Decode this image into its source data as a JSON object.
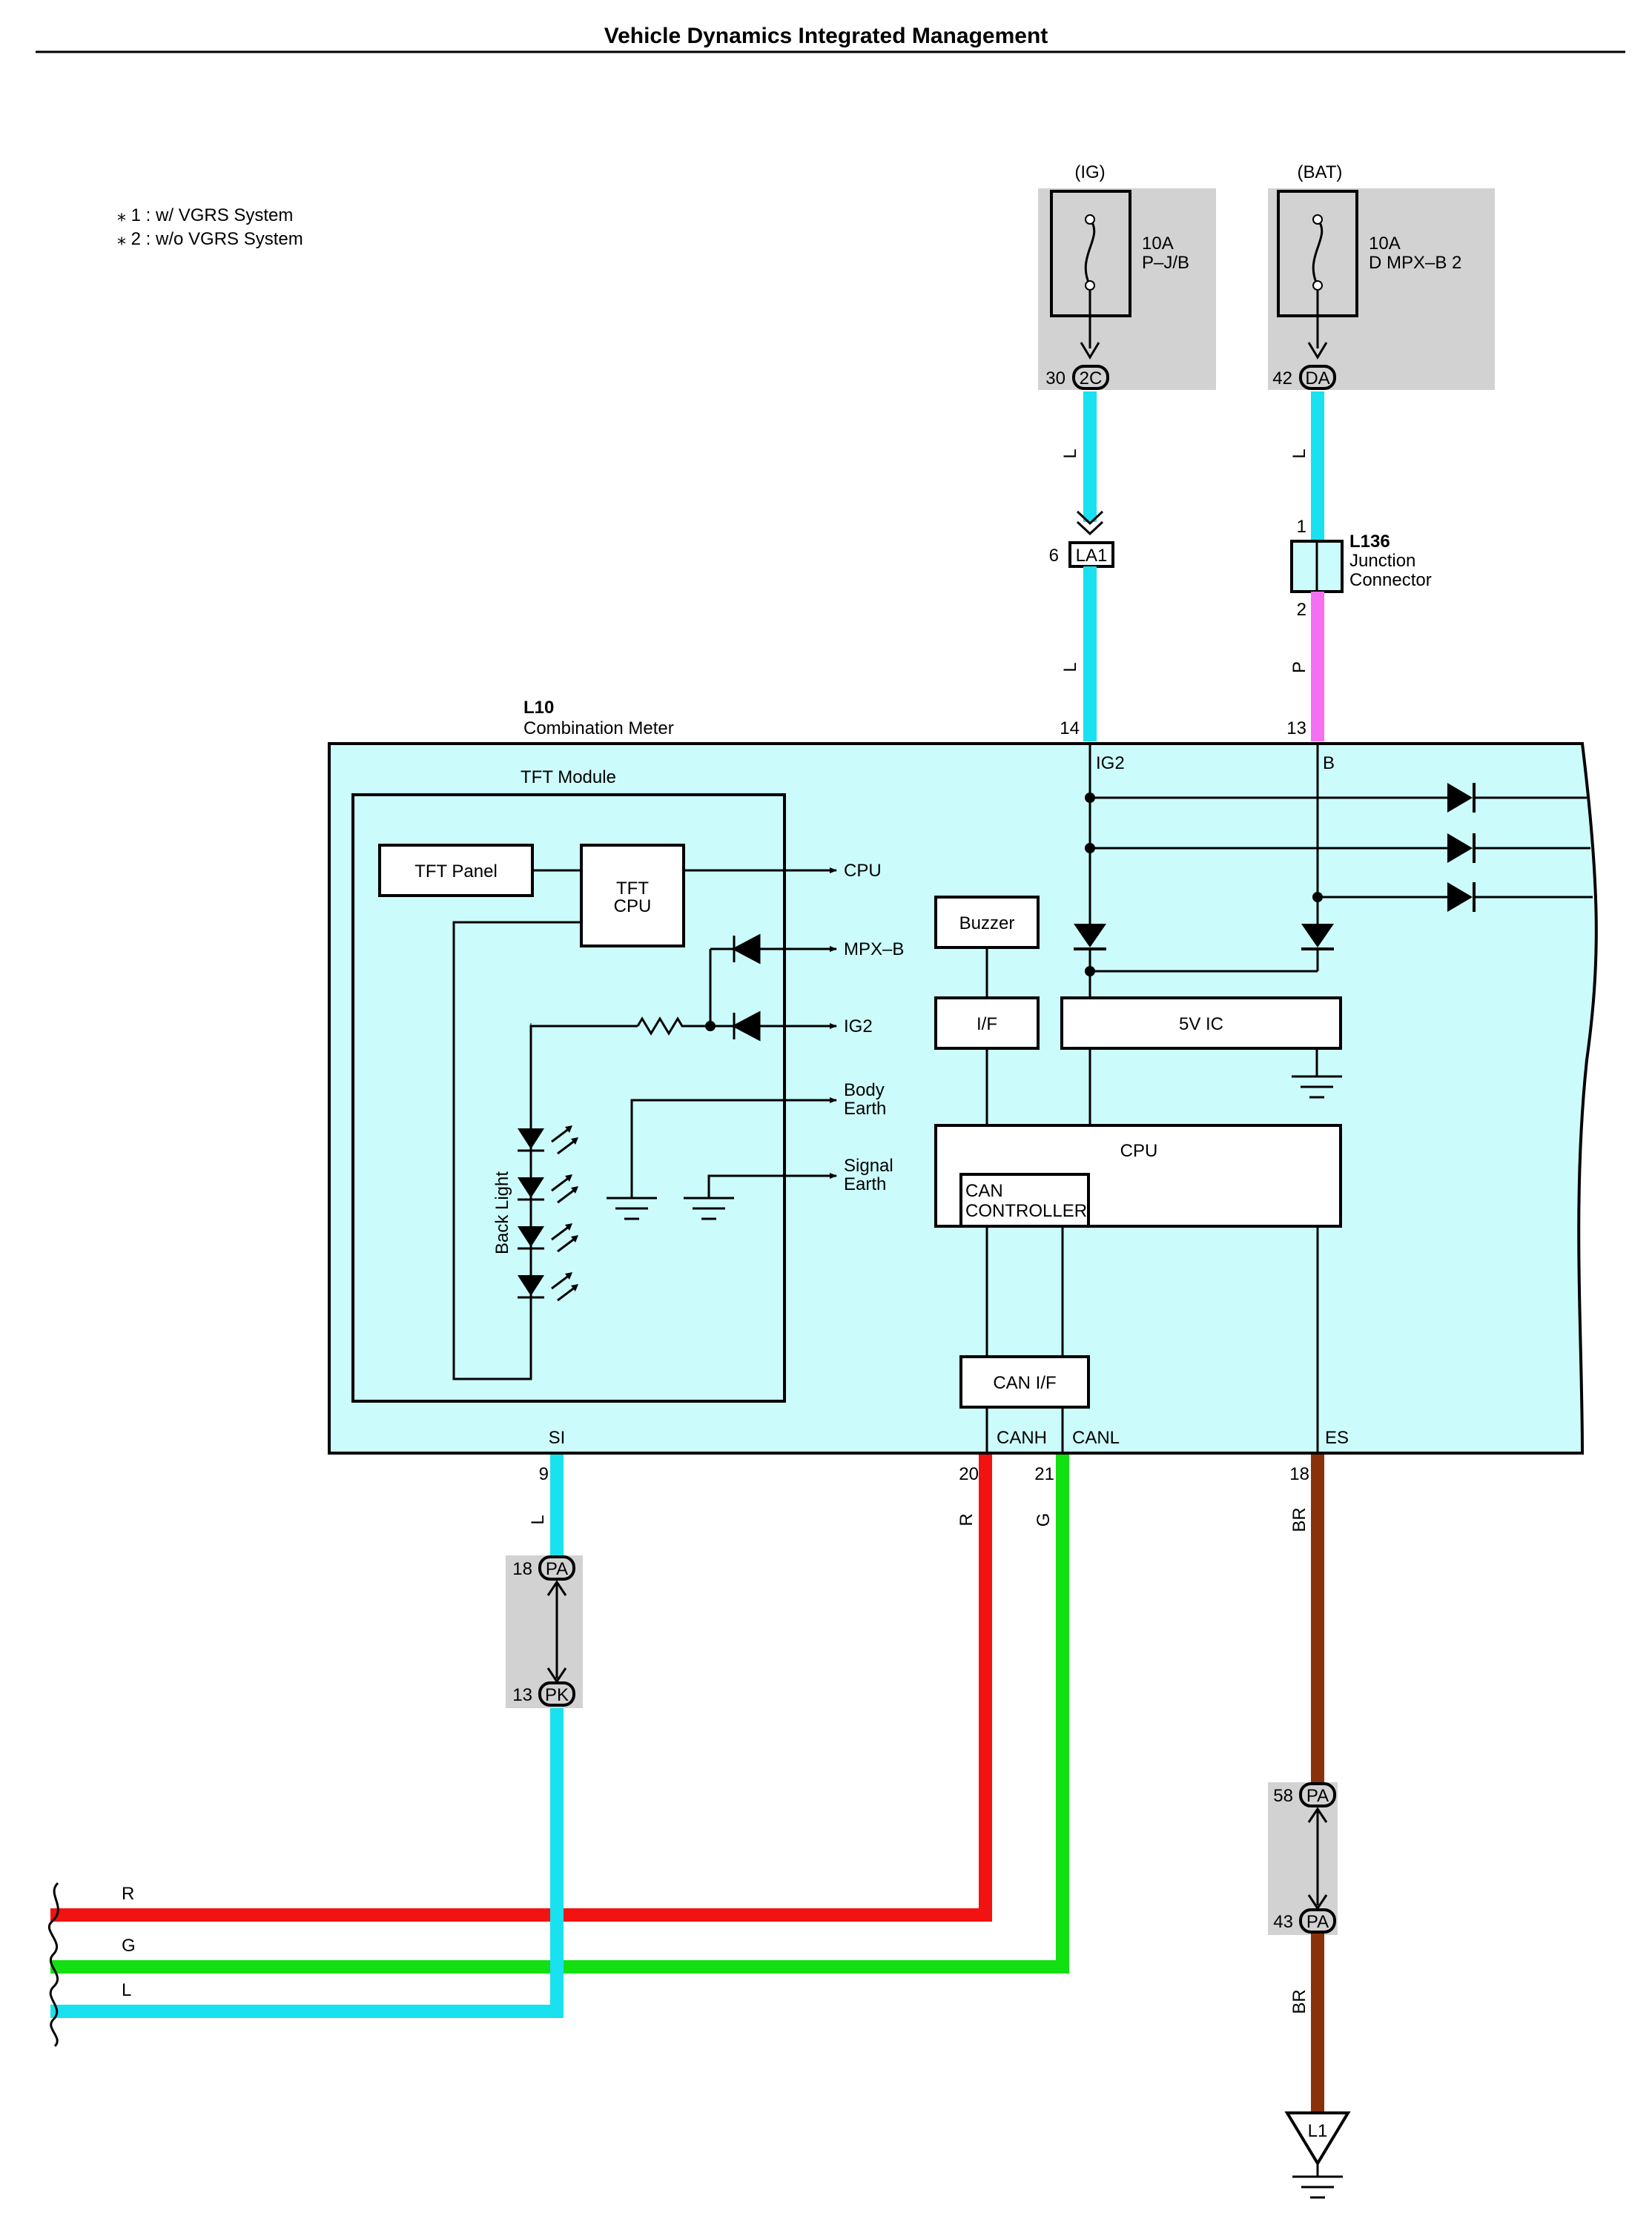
{
  "title": "Vehicle Dynamics Integrated Management",
  "notes": [
    "⁎ 1 : w/ VGRS System",
    "⁎ 2 : w/o VGRS System"
  ],
  "colors": {
    "wire_L": "#19e1ef",
    "wire_P": "#f570f0",
    "wire_R": "#f21212",
    "wire_G": "#12e012",
    "wire_BR": "#8a300a",
    "meter_fill": "#ccfbfb",
    "fuse_bg": "#d2d2d2"
  },
  "fuses": [
    {
      "supply": "(IG)",
      "rating": "10A",
      "name": "P–J/B",
      "pin": "30",
      "connector": "2C"
    },
    {
      "supply": "(BAT)",
      "rating": "10A",
      "name": "D MPX–B 2",
      "pin": "42",
      "connector": "DA"
    }
  ],
  "junction_la1": {
    "pin": "6",
    "label": "LA1"
  },
  "junction_l136": {
    "id": "L136",
    "name_line1": "Junction",
    "name_line2": "Connector",
    "pin_in": "1",
    "pin_out": "2"
  },
  "combination_meter": {
    "id": "L10",
    "name": "Combination Meter",
    "terminals": {
      "ig2": {
        "pin": "14",
        "label": "IG2"
      },
      "b": {
        "pin": "13",
        "label": "B"
      },
      "si": {
        "pin": "9",
        "label": "SI"
      },
      "canh": {
        "pin": "20",
        "label": "CANH"
      },
      "canl": {
        "pin": "21",
        "label": "CANL"
      },
      "es": {
        "pin": "18",
        "label": "ES"
      }
    },
    "tft_module": {
      "label": "TFT Module",
      "panel": "TFT Panel",
      "cpu_line1": "TFT",
      "cpu_line2": "CPU",
      "back_light": "Back Light",
      "outputs": {
        "cpu": "CPU",
        "mpxb": "MPX–B",
        "ig2": "IG2",
        "body_earth_1": "Body",
        "body_earth_2": "Earth",
        "signal_earth_1": "Signal",
        "signal_earth_2": "Earth"
      }
    },
    "buzzer": "Buzzer",
    "interface": "I/F",
    "regulator": "5V IC",
    "cpu": "CPU",
    "can_controller_1": "CAN",
    "can_controller_2": "CONTROLLER",
    "can_if": "CAN I/F"
  },
  "wire_colors": {
    "ig_upper": "L",
    "ig_lower": "L",
    "bat_upper": "L",
    "bat_lower": "P",
    "si": "L",
    "canh": "R",
    "canl": "G",
    "es": "BR",
    "es_lower": "BR"
  },
  "connectors": {
    "si_upper": {
      "pin": "18",
      "connector": "PA"
    },
    "si_lower": {
      "pin": "13",
      "connector": "PK"
    },
    "es_upper": {
      "pin": "58",
      "connector": "PA"
    },
    "es_lower": {
      "pin": "43",
      "connector": "PA"
    }
  },
  "bus_labels": [
    "R",
    "G",
    "L"
  ],
  "ground": "L1"
}
